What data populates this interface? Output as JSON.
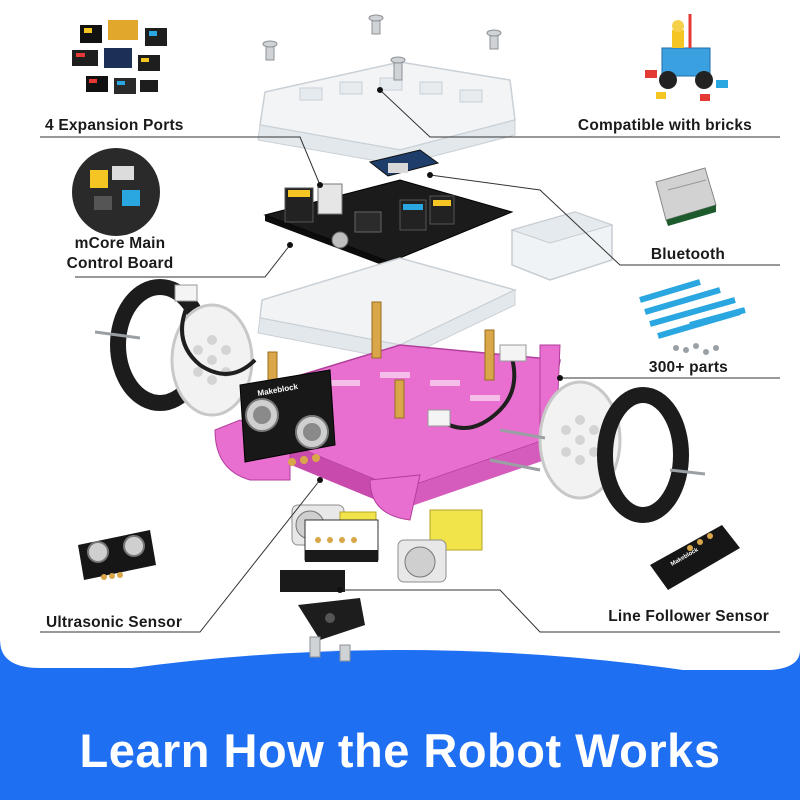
{
  "labels": {
    "expansion_ports": "4 Expansion Ports",
    "mcore_line1": "mCore Main",
    "mcore_line2": "Control Board",
    "ultrasonic": "Ultrasonic Sensor",
    "bricks": "Compatible with bricks",
    "bluetooth": "Bluetooth",
    "parts": "300+ parts",
    "line_follower": "Line Follower Sensor"
  },
  "chassis_brand": "Makeblock",
  "sensor_brand": "Makeblock",
  "line_sensor_brand": "Makeblock",
  "banner": {
    "text": "Learn How the Robot Works",
    "color": "#1f6ff2"
  },
  "colors": {
    "chassis": "#e86fcf",
    "wheel_tire": "#1c1c1c",
    "wheel_hub": "#f2f2f2",
    "board": "#1b1b1b",
    "motor": "#f1e34a",
    "brass": "#d9a64a"
  }
}
